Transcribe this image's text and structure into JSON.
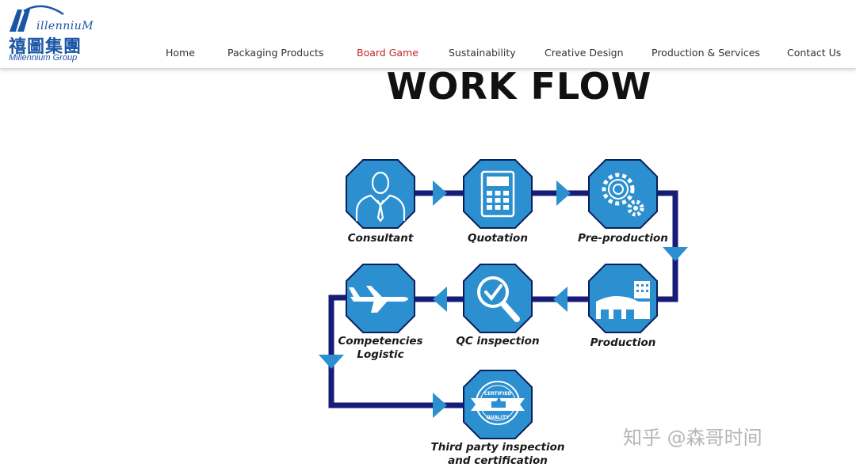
{
  "brand": {
    "logo_en": "illenniuM",
    "logo_cn": "禧圖集團",
    "logo_group": "Millennium Group",
    "color": "#1a55a6"
  },
  "nav": {
    "items": [
      {
        "label": "Home"
      },
      {
        "label": "Packaging Products"
      },
      {
        "label": "Board Game",
        "active": true
      },
      {
        "label": "Sustainability"
      },
      {
        "label": "Creative Design"
      },
      {
        "label": "Production & Services"
      },
      {
        "label": "Contact Us"
      }
    ],
    "active_color": "#c0272d"
  },
  "page": {
    "title": "WORK FLOW"
  },
  "workflow": {
    "steps": [
      {
        "label": "Consultant",
        "icon": "consultant-icon"
      },
      {
        "label": "Quotation",
        "icon": "calculator-icon"
      },
      {
        "label": "Pre-production",
        "icon": "gears-icon"
      },
      {
        "label": "Production",
        "icon": "factory-icon"
      },
      {
        "label": "QC inspection",
        "icon": "magnifier-check-icon"
      },
      {
        "label": "Competencies\nLogistic",
        "icon": "airplane-icon"
      },
      {
        "label": "Third party inspection\nand certification",
        "icon": "certified-quality-icon"
      }
    ],
    "hex_color": "#2b8fd0",
    "hex_border": "#0b1f5c",
    "line_color": "#161c78",
    "arrow_color": "#2b8fd0"
  },
  "watermark": {
    "text": "知乎 @森哥时间"
  }
}
